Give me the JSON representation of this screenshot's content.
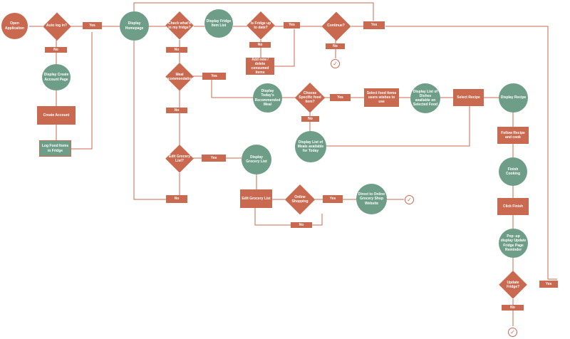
{
  "nodes": {
    "open_app": "Open Application",
    "auto_login": "Auto log in?",
    "display_create": "Display Create Account Page",
    "create_account": "Create Account",
    "log_food": "Log Food Items in Fridge",
    "display_homepage": "Display Homepage",
    "check_fridge": "Check what's in my fridge?",
    "display_fridge_list": "Display Fridge Item List",
    "fridge_up_to_date": "Is Fridge up to date?",
    "add_new": "Add new / delete consumed items",
    "continue_q": "Continue?",
    "meal_recommendation": "Meal Recommendation?",
    "display_recommended": "Display Today's Recommended Meal",
    "choose_specific": "Choose Specific food item?",
    "select_food": "Select food items users wishes to use",
    "display_dishes": "Display List of Dishes available on Selected Food",
    "select_recipe": "Select Recipe",
    "display_recipe": "Display Recipe",
    "display_meals_today": "Display List of Meals available for Today",
    "follow_recipe": "Follow Recipe and cook",
    "finish_cooking": "Finish Cooking",
    "click_finish": "Click Finish",
    "popup": "Pop -up display Update Fridge Page Reminder",
    "update_fridge": "Update Fridge?",
    "edit_grocery_q": "Edit Grocery List?",
    "display_grocery": "Display Grocery List",
    "edit_grocery": "Edit Grocery List",
    "online_shopping": "Online Shopping",
    "direct_online": "Direct to Online Grocery Shop Website"
  },
  "labels": {
    "yes": "Yes",
    "no": "No"
  },
  "colors": {
    "terracotta": "#c9694f",
    "sage": "#6e9e87"
  },
  "icons": {
    "end": "check-icon"
  }
}
